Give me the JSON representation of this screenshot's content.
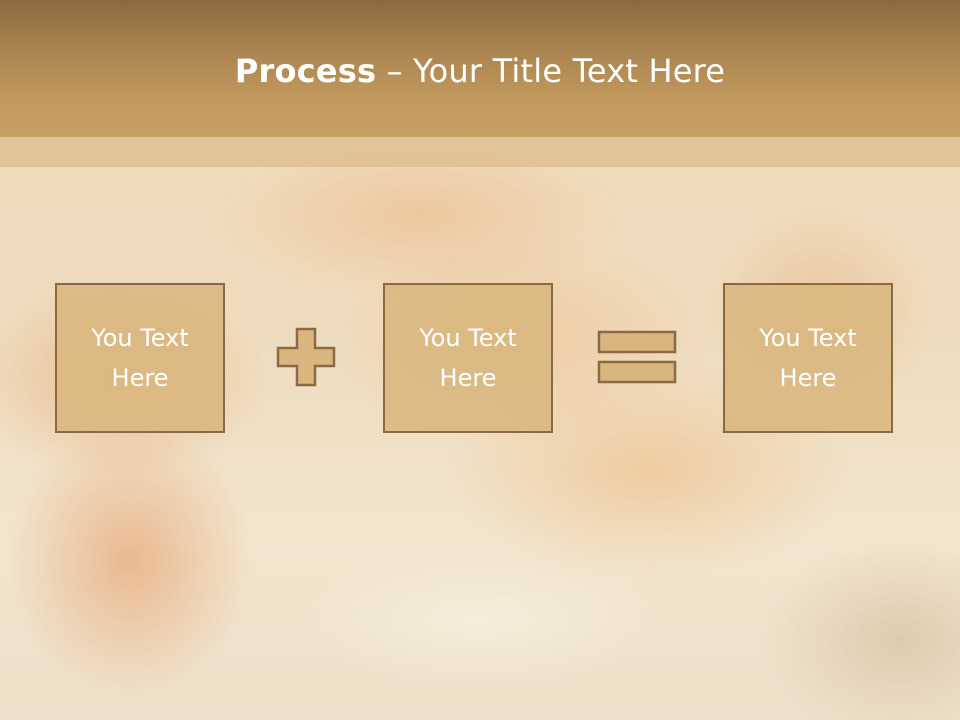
{
  "slide": {
    "title_bold": "Process",
    "title_rest": " – Your Title Text Here",
    "box1_text": "You Text Here",
    "box2_text": "You Text Here",
    "box3_text": "You Text Here"
  },
  "icons": {
    "operator1": "plus-icon",
    "operator2": "equals-icon"
  },
  "colors": {
    "title_bar": "#a98350",
    "box_fill": "#dab67e",
    "box_border": "#8a6a44",
    "text": "#ffffff"
  }
}
